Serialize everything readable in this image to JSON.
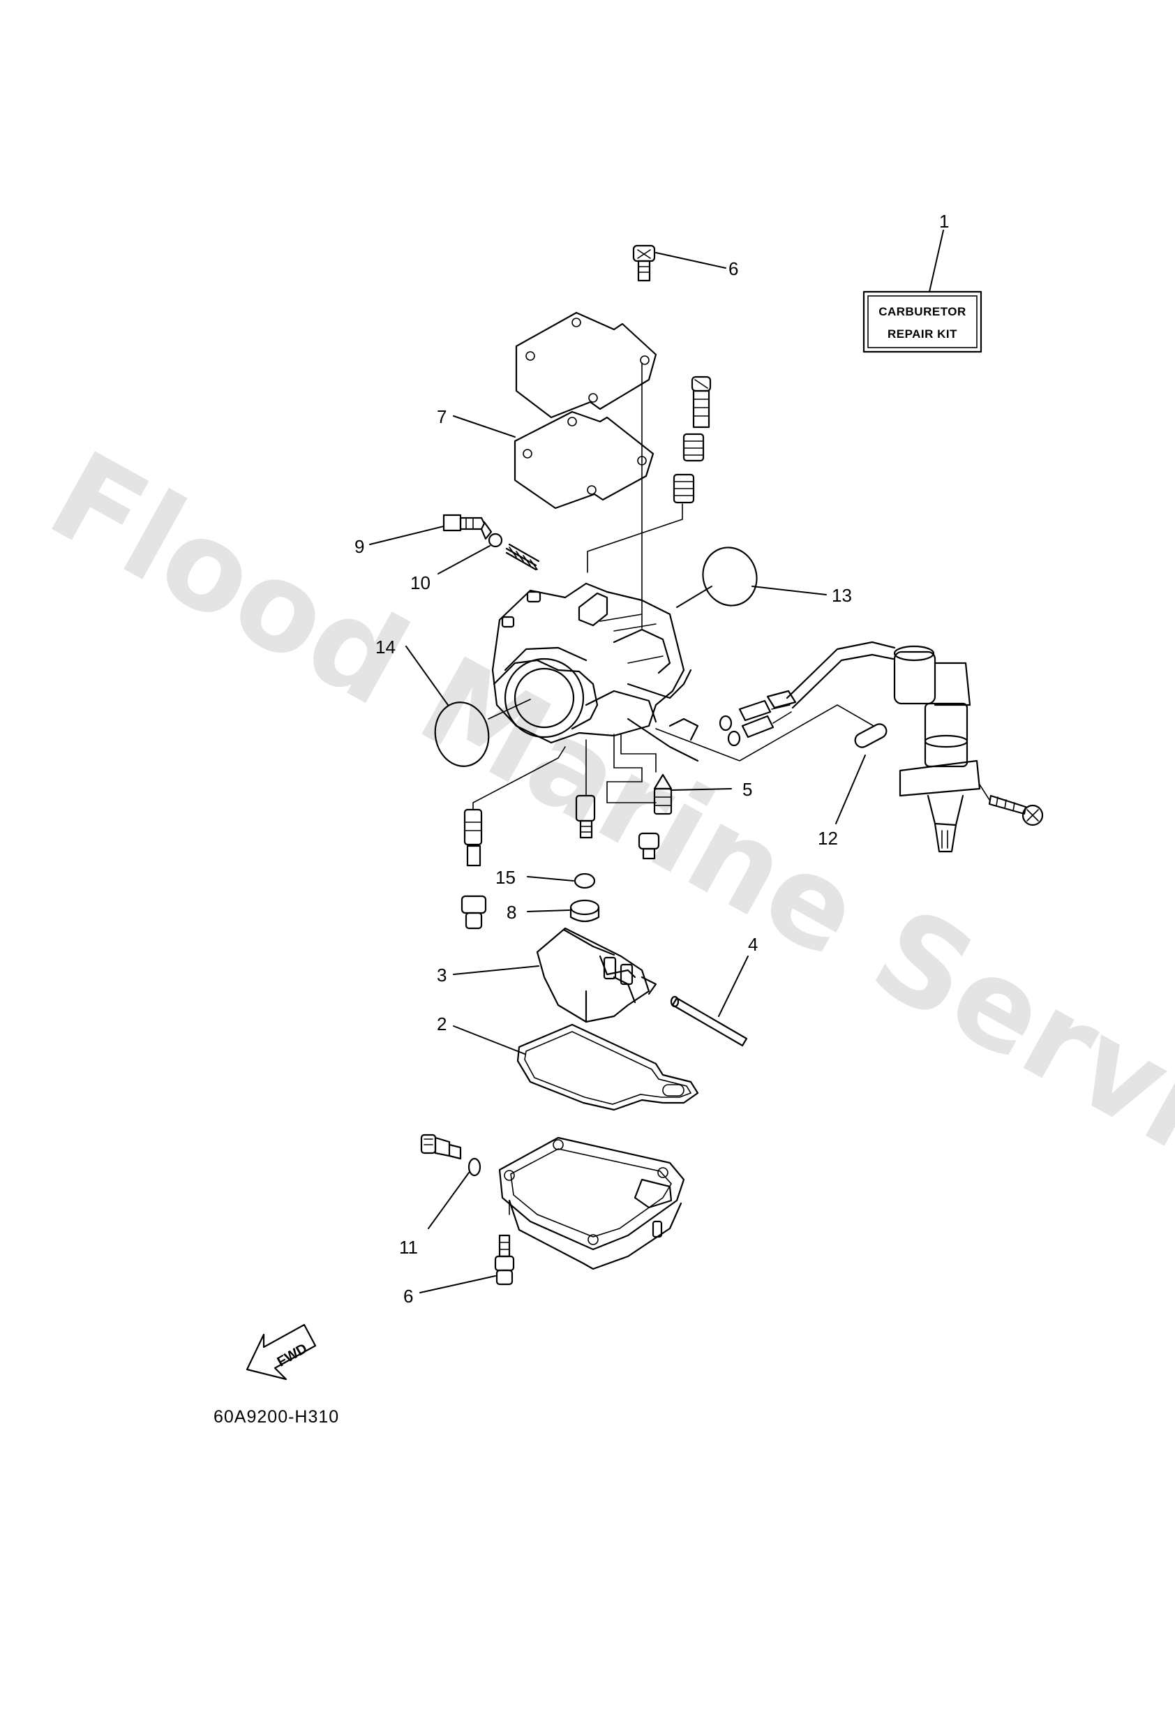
{
  "watermark": "Flood Marine Services",
  "kit_box": {
    "line1": "CARBURETOR",
    "line2": "REPAIR KIT"
  },
  "fwd_label": "FWD",
  "drawing_code": "60A9200-H310",
  "callouts": {
    "c1": "1",
    "c2": "2",
    "c3": "3",
    "c4": "4",
    "c5": "5",
    "c6_top": "6",
    "c6_bottom": "6",
    "c7": "7",
    "c8": "8",
    "c9": "9",
    "c10": "10",
    "c11": "11",
    "c12": "12",
    "c13": "13",
    "c14": "14",
    "c15": "15"
  },
  "icons": {
    "fwd_arrow": "fwd-arrow-icon"
  }
}
